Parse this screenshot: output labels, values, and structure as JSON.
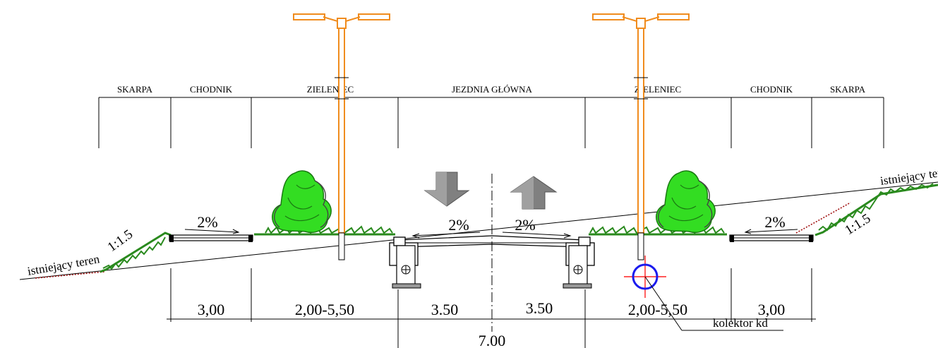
{
  "sections": [
    "SKARPA",
    "CHODNIK",
    "ZIELENIEC",
    "JEZDNIA GŁÓWNA",
    "ZIELENIEC",
    "CHODNIK",
    "SKARPA"
  ],
  "dimensions": [
    "3,00",
    "2,00-5,50",
    "3.50",
    "3.50",
    "2,00-5,50",
    "3,00"
  ],
  "total_width": "7.00",
  "slopes": {
    "sidewalk_left": "2%",
    "road_left": "2%",
    "road_right": "2%",
    "sidewalk_right": "2%",
    "embankment_left": "1:1.5",
    "embankment_right": "1:1.5"
  },
  "terrain_labels": {
    "left": "istniejący teren",
    "right": "istniejący teren"
  },
  "collector_label": "kolektor kd",
  "colors": {
    "lamp": "#f08c1e",
    "grass": "#2a8a1e",
    "tree_bright": "#33dd22",
    "tree_dark": "#1a7a12",
    "arrow": "#808080",
    "pipe": "#1a1aee",
    "crosshair": "#ff2020",
    "terrain_dots": "#a01010"
  }
}
